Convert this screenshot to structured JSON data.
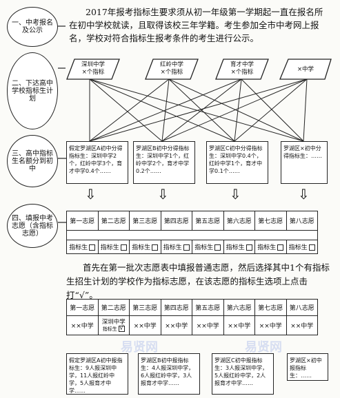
{
  "steps": [
    "一、中考报名及公示",
    "二、下达高中学校指标生计划",
    "三、高中指标生名额分到初中",
    "四、填报中考志愿（含指标志愿）"
  ],
  "intro": "2017年报考指标生要求须从初一年级第一学期起一直在报名所在初中学校就读，且取得该校三年学籍。考生参加全市中考网上报名，学校对符合指标生报考条件的考生进行公示。",
  "schools": [
    {
      "name": "深圳中学",
      "sub": "×个指标"
    },
    {
      "name": "红岭中学",
      "sub": "×个指标"
    },
    {
      "name": "育才中学",
      "sub": "×个指标"
    },
    {
      "name": "×中学",
      "sub": ""
    }
  ],
  "districts": [
    "假定罗湖区A初中分得指标生：深圳中学2个，红岭中学3个，育才中学0.4个……",
    "罗湖区B初中分得指标生：深圳中学1个，红岭中学2个，育才中学0.2个……",
    "罗湖区C初中分得指标生：深圳中学0.4个，红岭中学1个，育才中学0.1个……",
    "罗湖区×初中分得指标生：……"
  ],
  "arrow_glyph": "⇩",
  "volunteers": [
    "第一志愿",
    "第二志愿",
    "第三志愿",
    "第四志愿",
    "第五志愿",
    "第六志愿",
    "第七志愿",
    "第八志愿"
  ],
  "quota_label": "指标生",
  "instruction": "首先在第一批次志愿表中填报普通志愿，然后选择其中1个有指标生招生计划的学校作为指标志愿，在该志愿的指标生选项上点击打“√”。",
  "example_schools": [
    "××中学",
    "深圳中学",
    "××中学",
    "××中学",
    "××中学",
    "××中学",
    "××中学",
    "××中学"
  ],
  "example_quota": "指标生",
  "check_mark": "√",
  "results": [
    "假定罗湖区A初中报指标生：9人报深圳中学，11人报红岭中学，5人报育才中学……",
    "罗湖区B初中报指标生：4人报深圳中学，6人报红岭中学，3人报育才中学……",
    "罗湖区C初中报指标生：3人报深圳中学，5人报红岭中学，2人报育才中学……",
    "罗湖区×初中报指标生：……"
  ],
  "watermark": "易贤网"
}
